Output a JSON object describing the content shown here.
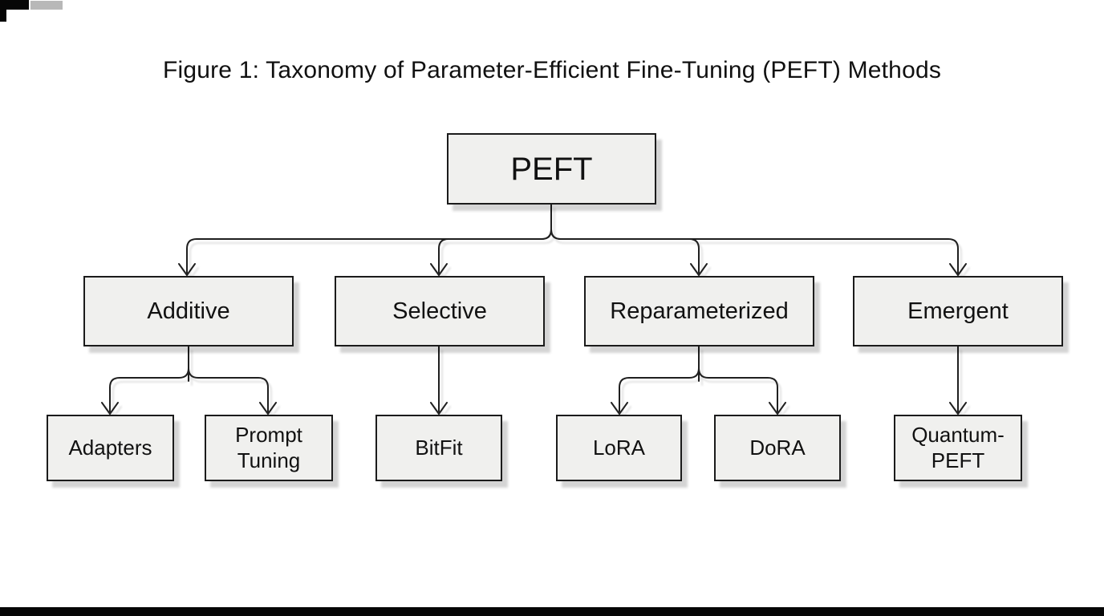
{
  "title": "Figure 1: Taxonomy of Parameter-Efficient Fine-Tuning (PEFT) Methods",
  "nodes": {
    "peft": {
      "label": "PEFT"
    },
    "additive": {
      "label": "Additive"
    },
    "selective": {
      "label": "Selective"
    },
    "reparameterized": {
      "label": "Reparameterized"
    },
    "emergent": {
      "label": "Emergent"
    },
    "adapters": {
      "label": "Adapters"
    },
    "prompt_tuning": {
      "label": "Prompt Tuning"
    },
    "bitfit": {
      "label": "BitFit"
    },
    "lora": {
      "label": "LoRA"
    },
    "dora": {
      "label": "DoRA"
    },
    "quantum_peft": {
      "label": "Quantum-PEFT"
    }
  },
  "hierarchy": {
    "root": "PEFT",
    "children": [
      {
        "name": "Additive",
        "children": [
          "Adapters",
          "Prompt Tuning"
        ]
      },
      {
        "name": "Selective",
        "children": [
          "BitFit"
        ]
      },
      {
        "name": "Reparameterized",
        "children": [
          "LoRA",
          "DoRA"
        ]
      },
      {
        "name": "Emergent",
        "children": [
          "Quantum-PEFT"
        ]
      }
    ]
  },
  "colors": {
    "background": "#ffffff",
    "box_fill": "#f0f0ee",
    "box_border": "#1b1b1b",
    "line": "#1f1f1f",
    "text": "#111111"
  }
}
